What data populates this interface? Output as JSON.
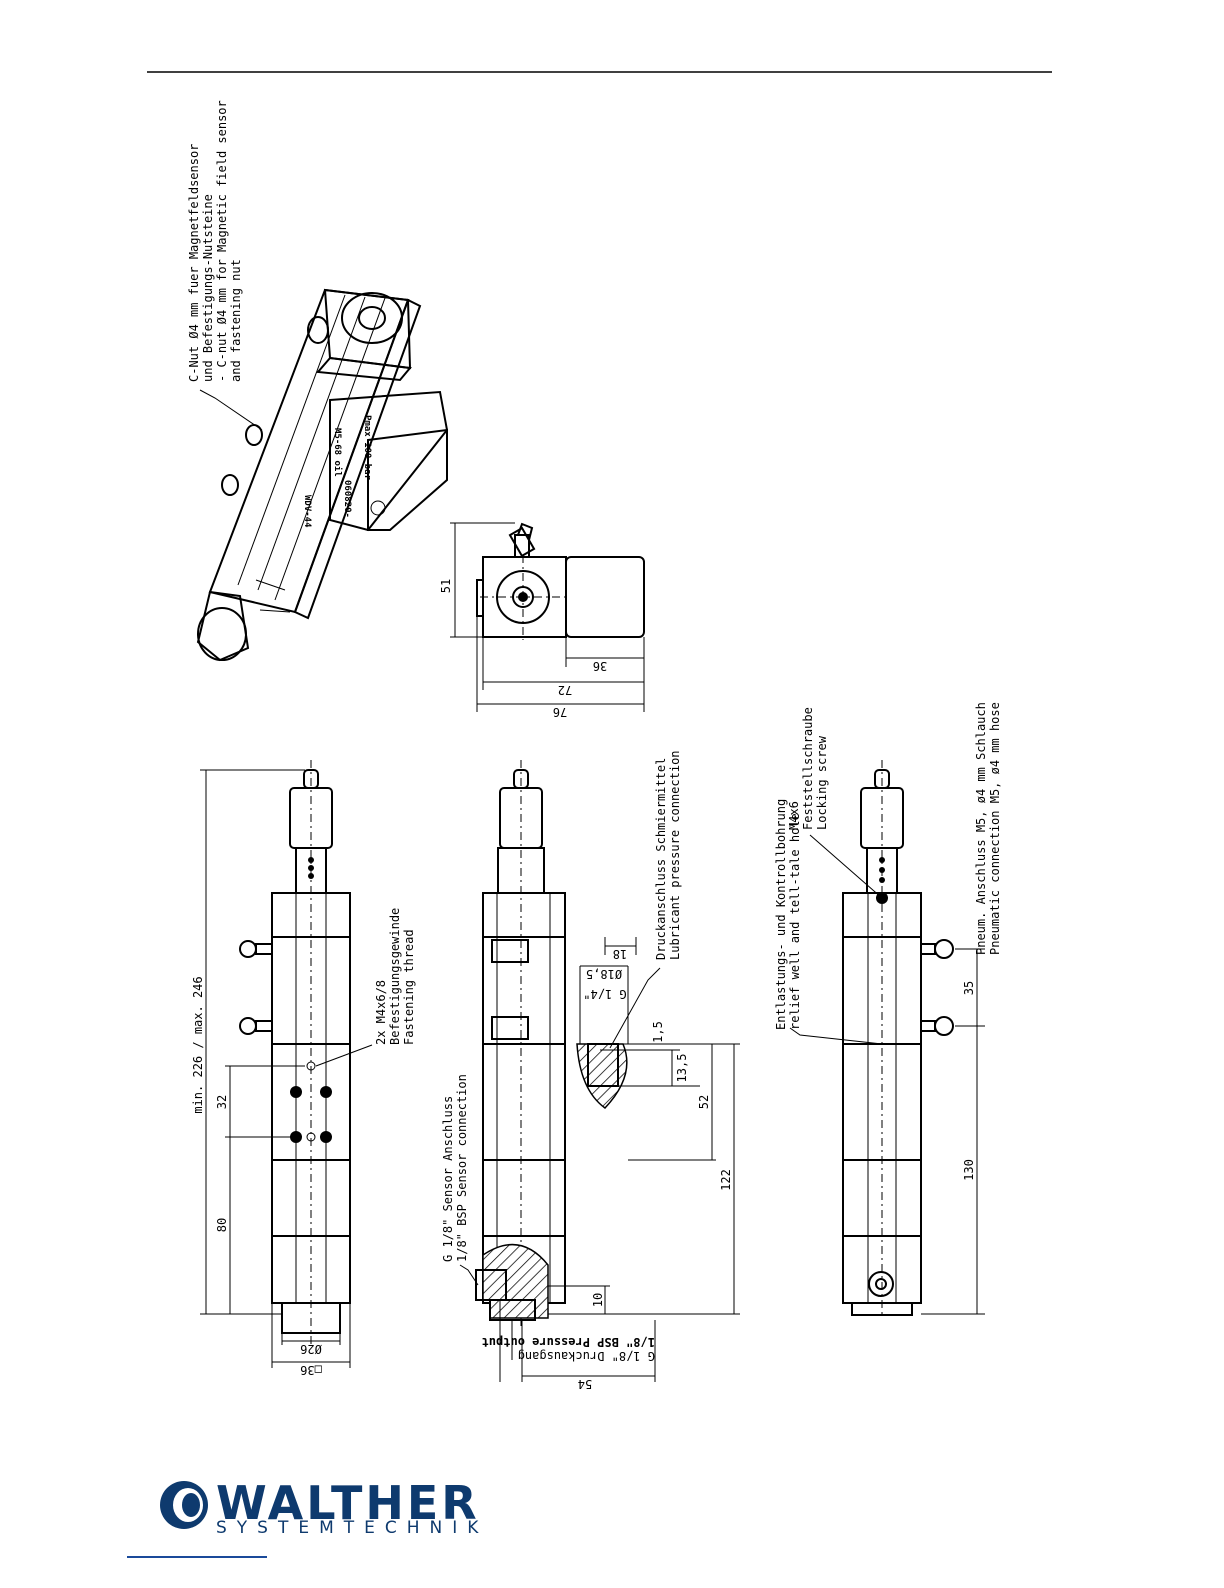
{
  "brand": {
    "name": "WALTHER",
    "subtitle": "SYSTEMTECHNIK",
    "color": "#0e3a6e"
  },
  "labels": {
    "c_slot_de_1": "C-Nut Ø4 mm fuer Magnetfeldsensor",
    "c_slot_de_2": "und Befestigungs-Nutsteine",
    "c_slot_en_1": "- C-nut Ø4 mm for Magnetic field sensor",
    "c_slot_en_2": "and fastening nut",
    "fastening_1": "2x M4x6/8",
    "fastening_2": "Befestigungsgewinde",
    "fastening_3": "Fastening thread",
    "sensor_1": "G 1/8\" Sensor Anschluss",
    "sensor_2": "1/8\" BSP Sensor connection",
    "lube_1": "Druckanschluss Schmiermittel",
    "lube_2": "Lubricant pressure connection",
    "output_1": "G 1/8\" Druckausgang",
    "output_2": "1/8\" BSP Pressure output",
    "relief_1": "Entlastungs- und Kontrollbohrung",
    "relief_2": "relief well and tell-tale hole",
    "lock_1": "M4x6",
    "lock_2": "Feststellschraube",
    "lock_3": "Locking screw",
    "pneu_1": "Pneum. Anschluss M5, ø4 mm Schlauch",
    "pneu_2": "Pneumatic connection M5, ø4 mm hose"
  },
  "dimensions": {
    "d51": "51",
    "d36": "36",
    "d72": "72",
    "d76": "76",
    "dlen": "min. 226 / max. 246",
    "d32": "32",
    "d80": "80",
    "d26": "Ø26",
    "dsq36": "□36",
    "d18": "18",
    "d185": "Ø18,5",
    "dg14": "G 1/4\"",
    "d15": "1,5",
    "d135": "13,5",
    "d52": "52",
    "d122": "122",
    "d10": "10",
    "d54": "54",
    "d35": "35",
    "d130": "130"
  },
  "iso_labels": {
    "a": "WDV-44",
    "b": "M5-68 oil",
    "c": "Pmax 100 bar",
    "d": "060820-"
  }
}
